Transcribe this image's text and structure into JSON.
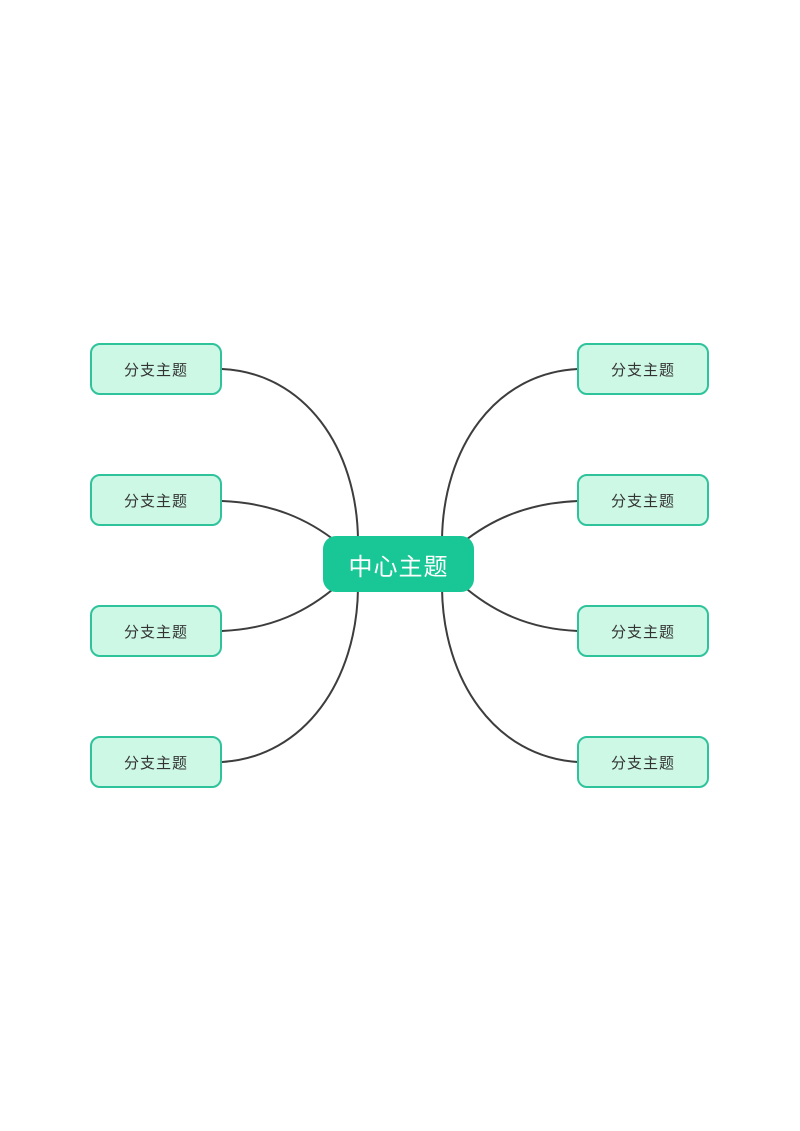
{
  "canvas": {
    "background": "#ffffff",
    "type_label": "mindmap"
  },
  "colors": {
    "central_fill": "#18C795",
    "central_text": "#ffffff",
    "branch_fill": "#CDF8E6",
    "branch_border": "#2FC39B",
    "branch_text": "#333333",
    "edge": "#3d3d3d"
  },
  "mindmap": {
    "central": {
      "label": "中心主题"
    },
    "left_branches": [
      {
        "label": "分支主题"
      },
      {
        "label": "分支主题"
      },
      {
        "label": "分支主题"
      },
      {
        "label": "分支主题"
      }
    ],
    "right_branches": [
      {
        "label": "分支主题"
      },
      {
        "label": "分支主题"
      },
      {
        "label": "分支主题"
      },
      {
        "label": "分支主题"
      }
    ]
  }
}
